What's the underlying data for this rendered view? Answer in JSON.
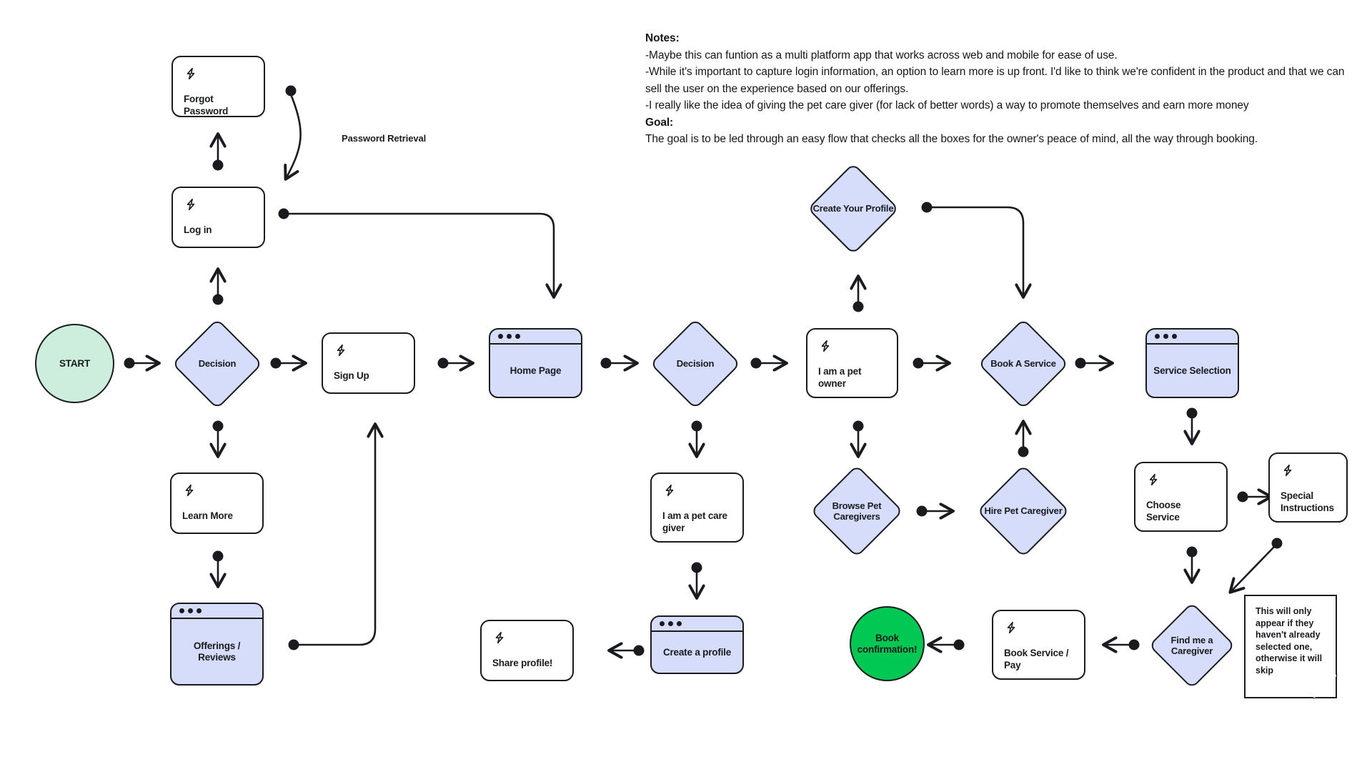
{
  "notes": {
    "heading": "Notes:",
    "lines": [
      "-Maybe this can funtion as a multi platform app that works across web and mobile for ease of use.",
      "-While it's important to capture login information, an option to learn more is up front. I'd like to think we're confident in the product and that we can sell the user on the experience based on our offerings.",
      "-I really like the idea of giving the pet care giver (for lack of better words) a way to promote themselves and earn more money"
    ],
    "goal_heading": "Goal:",
    "goal_text": "The goal is to be led through an easy flow that checks all the boxes for the owner's peace of mind, all the way through booking."
  },
  "edge_labels": {
    "password_retrieval": "Password Retrieval"
  },
  "nodes": {
    "forgot_password": {
      "label": "Forgot Password",
      "type": "card",
      "icon": "bolt-icon"
    },
    "log_in": {
      "label": "Log in",
      "type": "card",
      "icon": "bolt-icon"
    },
    "start": {
      "label": "START",
      "type": "circle"
    },
    "decision_1": {
      "label": "Decision",
      "type": "diamond"
    },
    "sign_up": {
      "label": "Sign Up",
      "type": "card",
      "icon": "bolt-icon"
    },
    "home_page": {
      "label": "Home Page",
      "type": "window"
    },
    "decision_2": {
      "label": "Decision",
      "type": "diamond"
    },
    "pet_owner": {
      "label": "I am a pet owner",
      "type": "card",
      "icon": "bolt-icon"
    },
    "create_profile_diamond": {
      "label": "Create Your Profile",
      "type": "diamond"
    },
    "book_a_service": {
      "label": "Book A Service",
      "type": "diamond"
    },
    "service_selection": {
      "label": "Service Selection",
      "type": "window"
    },
    "learn_more": {
      "label": "Learn More",
      "type": "card",
      "icon": "bolt-icon"
    },
    "offerings_reviews": {
      "label": "Offerings / Reviews",
      "type": "window"
    },
    "pet_care_giver": {
      "label": "I am a pet care giver",
      "type": "card",
      "icon": "bolt-icon"
    },
    "browse_pet_caregivers": {
      "label": "Browse Pet Caregivers",
      "type": "diamond"
    },
    "hire_pet_caregiver": {
      "label": "Hire Pet Caregiver",
      "type": "diamond"
    },
    "choose_service": {
      "label": "Choose Service",
      "type": "card",
      "icon": "bolt-icon"
    },
    "special_instructions": {
      "label": "Special Instructions",
      "type": "card",
      "icon": "bolt-icon"
    },
    "share_profile": {
      "label": "Share profile!",
      "type": "card",
      "icon": "bolt-icon"
    },
    "create_a_profile": {
      "label": "Create a profile",
      "type": "window"
    },
    "book_confirmation": {
      "label": "Book confirmation!",
      "type": "circle"
    },
    "book_service_pay": {
      "label": "Book Service / Pay",
      "type": "card",
      "icon": "bolt-icon"
    },
    "find_me_a_caregiver": {
      "label": "Find me a Caregiver",
      "type": "diamond"
    }
  },
  "sticky_note": {
    "text": "This will only appear if they haven't already selected one, otherwise it will skip"
  },
  "colors": {
    "stroke": "#191b1f",
    "node_fill": "#d5ddfb",
    "start_fill": "#cdeedd",
    "confirm_fill": "#00c853",
    "background": "#ffffff"
  }
}
